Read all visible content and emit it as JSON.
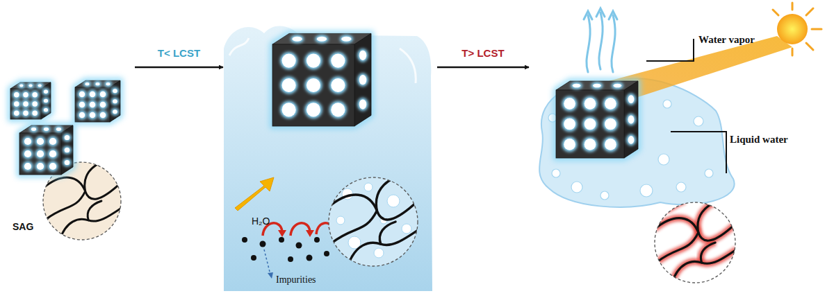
{
  "diagram": {
    "nodes": [
      {
        "text": [
          "SAG"
        ]
      },
      {
        "text": [
          "H₂O",
          "Impurities"
        ]
      },
      {
        "text": [
          "Water vapor",
          "Liquid water"
        ]
      }
    ],
    "edges": [
      {
        "from": 0,
        "to": 1,
        "label": "T< LCST",
        "arrow": "to"
      },
      {
        "from": 1,
        "to": 2,
        "label": "T> LCST",
        "arrow": "to"
      }
    ]
  }
}
